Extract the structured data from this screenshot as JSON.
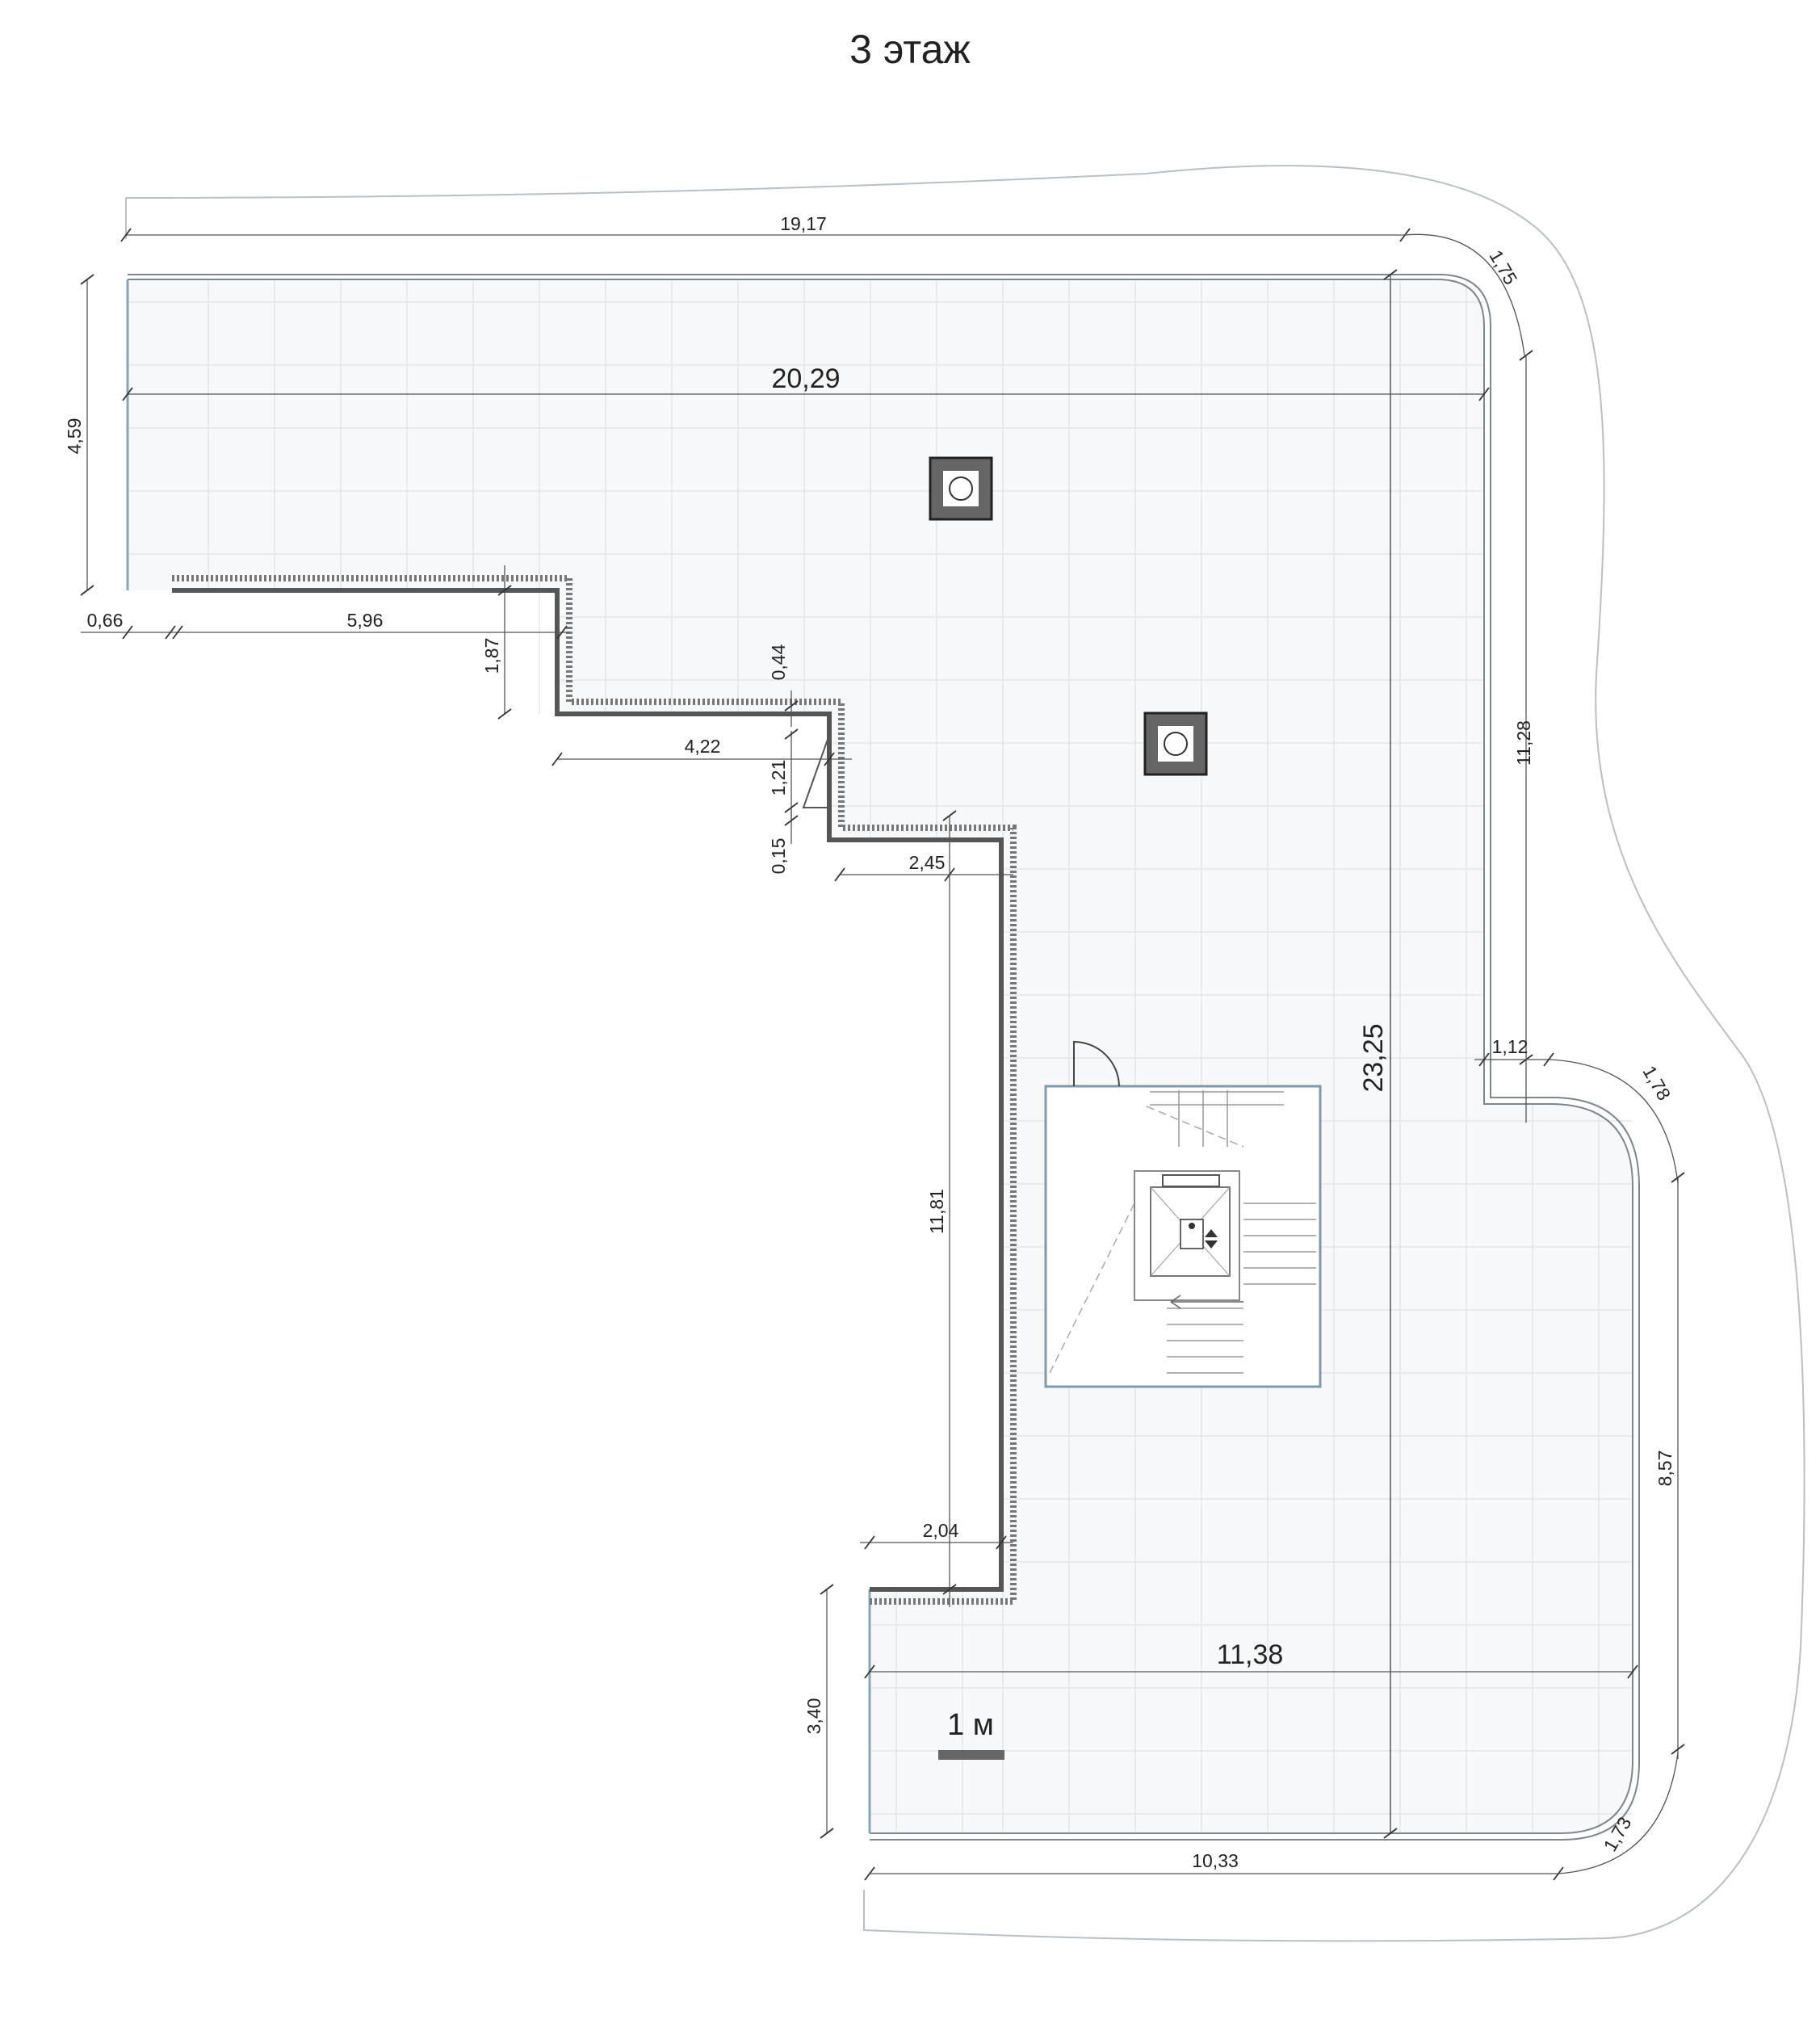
{
  "title": "3 этаж",
  "scale_bar": {
    "label": "1 м"
  },
  "colors": {
    "wall": "#555555",
    "glass": "#8aa4b8",
    "grid": "#e3e7ea",
    "dim": "#555555",
    "background": "#ffffff"
  },
  "dimensions": {
    "d_19_17": "19,17",
    "d_1_75": "1,75",
    "d_20_29": "20,29",
    "d_4_59": "4,59",
    "d_0_66": "0,66",
    "d_5_96": "5,96",
    "d_1_87": "1,87",
    "d_0_44": "0,44",
    "d_4_22": "4,22",
    "d_1_21": "1,21",
    "d_0_15": "0,15",
    "d_2_45": "2,45",
    "d_11_28": "11,28",
    "d_23_25": "23,25",
    "d_1_12": "1,12",
    "d_1_78": "1,78",
    "d_11_81": "11,81",
    "d_8_57": "8,57",
    "d_2_04": "2,04",
    "d_11_38": "11,38",
    "d_3_40": "3,40",
    "d_1_73": "1,73",
    "d_10_33": "10,33"
  }
}
